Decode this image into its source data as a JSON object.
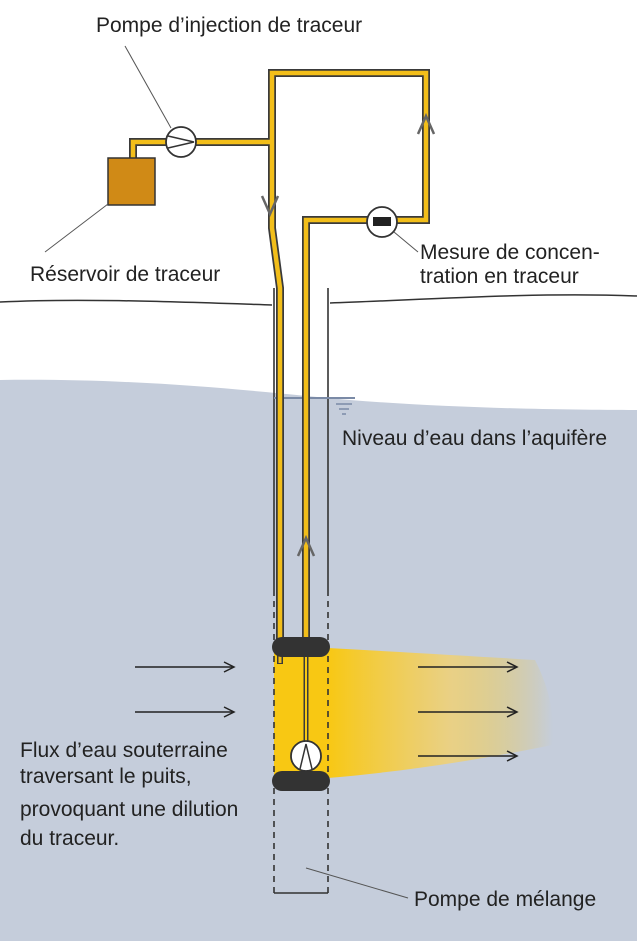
{
  "labels": {
    "injection_pump": "Pompe d’injection de traceur",
    "reservoir": "Réservoir de traceur",
    "measure_line1": "Mesure de concen-",
    "measure_line2": "tration en traceur",
    "water_level": "Niveau d’eau dans l’aquifère",
    "flow_line1": "Flux d’eau souterraine",
    "flow_line2": "traversant le puits,",
    "flow_line3": "provoquant une dilution",
    "flow_line4": "du traceur.",
    "mixing_pump": "Pompe de mélange"
  },
  "colors": {
    "tube": "#F2BE1A",
    "tube_outline": "#3a3a3a",
    "reservoir": "#D08A16",
    "aquifer": "#C5CDDB",
    "tracer_zone": "#F8C813",
    "packer": "#333333",
    "arrow": "#222222"
  }
}
